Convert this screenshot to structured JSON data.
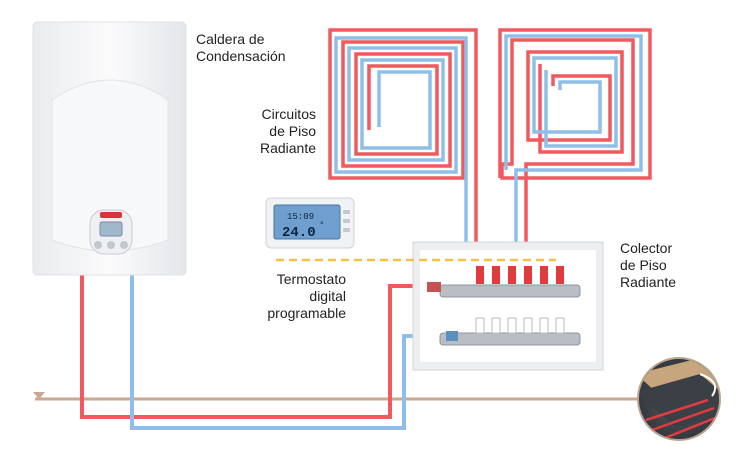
{
  "labels": {
    "boiler": [
      "Caldera de",
      "Condensación"
    ],
    "circuits": [
      "Circuitos",
      "de Piso",
      "Radiante"
    ],
    "thermostat": [
      "Termostato",
      "digital",
      "programable"
    ],
    "manifold": [
      "Colector",
      "de Piso",
      "Radiante"
    ]
  },
  "thermostat_display": {
    "time": "15:09",
    "temperature": "24.0",
    "unit": "°"
  },
  "colors": {
    "supply": "#f0595e",
    "return": "#8fbfe8",
    "floor_line": "#c9a791",
    "control_wire": "#f5c04a"
  }
}
